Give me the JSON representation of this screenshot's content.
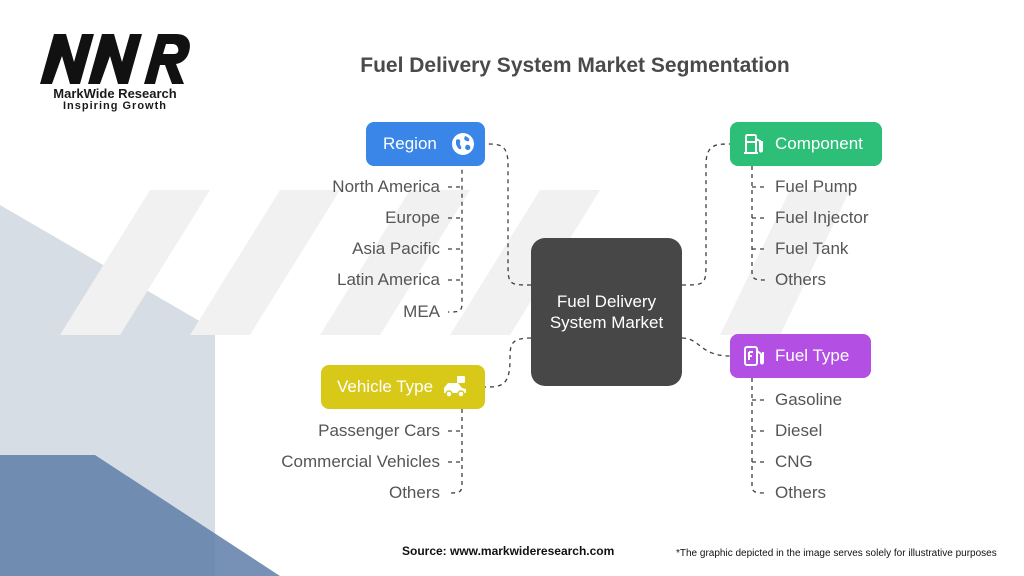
{
  "logo": {
    "name": "MarkWide Research",
    "tagline": "Inspiring Growth",
    "mark_text": "MWR"
  },
  "title": "Fuel Delivery System Market Segmentation",
  "center": {
    "label": "Fuel Delivery System Market"
  },
  "segments": {
    "region": {
      "label": "Region",
      "icon": "globe-icon",
      "color": "#3a86e8",
      "items": [
        "North America",
        "Europe",
        "Asia Pacific",
        "Latin America",
        "MEA"
      ]
    },
    "component": {
      "label": "Component",
      "icon": "fuel-pump-icon",
      "color": "#2dbf78",
      "items": [
        "Fuel Pump",
        "Fuel Injector",
        "Fuel Tank",
        "Others"
      ]
    },
    "vehicle_type": {
      "label": "Vehicle Type",
      "icon": "car-icon",
      "color": "#d8c818",
      "items": [
        "Passenger Cars",
        "Commercial Vehicles",
        "Others"
      ]
    },
    "fuel_type": {
      "label": "Fuel Type",
      "icon": "fuel-station-icon",
      "color": "#b34fe3",
      "items": [
        "Gasoline",
        "Diesel",
        "CNG",
        "Others"
      ]
    }
  },
  "footer": {
    "source": "Source: www.markwideresearch.com",
    "disclaimer": "*The graphic depicted in the image serves solely for illustrative purposes"
  }
}
